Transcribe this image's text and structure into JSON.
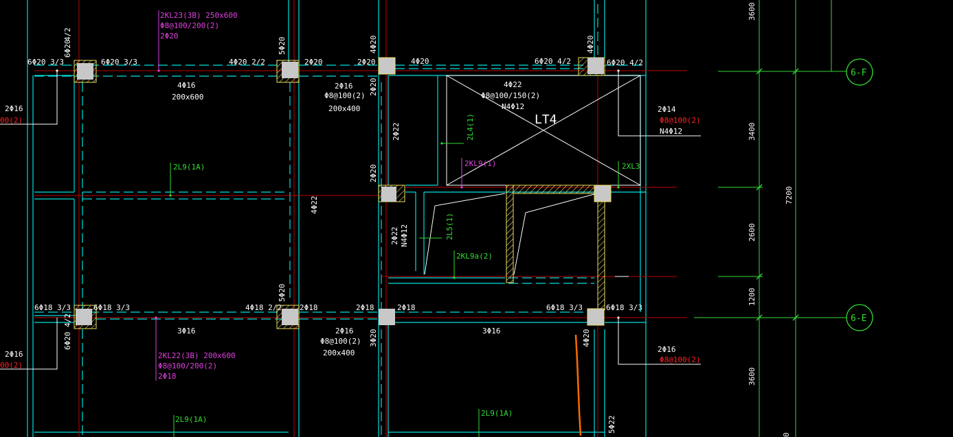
{
  "colors": {
    "background": "#000000",
    "beam_edge": "#00e0e0",
    "axis_line": "#c00000",
    "dimension": "#33dd33",
    "text_white": "#ffffff",
    "text_magenta": "#e040e0",
    "text_green": "#33dd33",
    "text_red": "#ff2020",
    "column_fill": "#c8c8c8",
    "hatch": "#f0e060",
    "orange_line": "#ff6a00"
  },
  "grid_labels": {
    "f": "6-F",
    "e": "6-E"
  },
  "dimensions": {
    "top": "3600",
    "d1": "3400",
    "total": "7200",
    "d2": "2600",
    "d3": "1200",
    "bottom": "3600",
    "bottom_cut": "0"
  },
  "labels": {
    "t1": "2KL23(3B) 250x600",
    "t2": "Φ8@100/200(2)",
    "t3": "2Φ20",
    "t4": "4/2",
    "t5": "6Φ20",
    "t6": "6Φ20 3/3",
    "t7": "6Φ20 3/3",
    "t8": "4Φ20 2/2",
    "t9": "5Φ20",
    "t10": "2Φ20",
    "t11": "2Φ20",
    "t12": "4Φ20",
    "t13": "4Φ20",
    "t14": "6Φ20 4/2",
    "t15": "4Φ20",
    "t16": "6Φ20 4/2",
    "t17": "4Φ16",
    "t18": "200x600",
    "t19": "2Φ16",
    "t20": "Φ8@100(2)",
    "t21": "200x400",
    "t22": "2Φ20",
    "t23": "4Φ22",
    "t24": "Φ8@100/150(2)",
    "t25": "N4Φ12",
    "t26": "LT4",
    "t27": "2Φ14",
    "t28": "Φ8@100(2)",
    "t29": "N4Φ12",
    "t30": "2Φ16",
    "t31": "00(2)",
    "t32": "2L4(1)",
    "t33": "2Φ22",
    "t34": "2L9(1A)",
    "t35": "2KL9(1)",
    "t36": "2XL3",
    "t37": "2Φ20",
    "t38": "4Φ22",
    "t39": "2Φ22",
    "t40": "N4Φ12",
    "t41": "2L5(1)",
    "t42": "2KL9a(2)",
    "t43": "5Φ20",
    "t44": "6Φ18 3/3",
    "t45": "6Φ18 3/3",
    "t46": "4Φ18 2/2",
    "t47": "2Φ18",
    "t48": "2Φ18",
    "t49": "2Φ18",
    "t50": "6Φ18 3/3",
    "t51": "6Φ18 3/3",
    "t52": "3Φ16",
    "t53": "2Φ16",
    "t54": "Φ8@100(2)",
    "t55": "200x400",
    "t56": "3Φ16",
    "t57": "3Φ20",
    "t58": "4Φ20",
    "t59": "2Φ16",
    "t60": "Φ8@100(2)",
    "t61": "2KL22(3B) 200x600",
    "t62": "Φ8@100/200(2)",
    "t63": "2Φ18",
    "t64": "6Φ20 4/2",
    "t65": "2Φ16",
    "t66": "00(2)",
    "t67": "2L9(1A)",
    "t68": "2L9(1A)",
    "t69": "5Φ22"
  }
}
